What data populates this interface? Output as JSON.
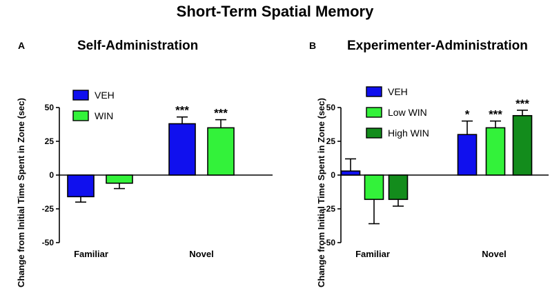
{
  "title": "Short-Term Spatial Memory",
  "colors": {
    "VEH": "#1010ee",
    "WIN": "#33f23a",
    "Low WIN": "#33f23a",
    "High WIN": "#138c1c"
  },
  "chart_data": [
    {
      "panel": "A",
      "title": "Self-Administration",
      "type": "bar",
      "ylabel": "",
      "ylim": [
        -50,
        50
      ],
      "yticks": [
        "-50",
        "-25",
        "0",
        "25",
        "50"
      ],
      "categories": [
        "Familiar",
        "Novel"
      ],
      "legend_position": "top-left",
      "series": [
        {
          "name": "VEH",
          "values": [
            -16,
            38
          ],
          "errors": [
            4,
            5
          ],
          "annotations": [
            "",
            "***"
          ]
        },
        {
          "name": "WIN",
          "values": [
            -6,
            35
          ],
          "errors": [
            4,
            6
          ],
          "annotations": [
            "",
            "***"
          ]
        }
      ]
    },
    {
      "panel": "B",
      "title": "Experimenter-Administration",
      "type": "bar",
      "ylabel": "Change from Initial Time Spent in Zone (sec)",
      "ylim": [
        -50,
        50
      ],
      "yticks": [
        "-50",
        "-25",
        "0",
        "25",
        "50"
      ],
      "categories": [
        "Familiar",
        "Novel"
      ],
      "legend_position": "top-left",
      "series": [
        {
          "name": "VEH",
          "values": [
            3,
            30
          ],
          "errors": [
            9,
            10
          ],
          "annotations": [
            "",
            "*"
          ]
        },
        {
          "name": "Low WIN",
          "values": [
            -18,
            35
          ],
          "errors": [
            18,
            5
          ],
          "annotations": [
            "",
            "***"
          ]
        },
        {
          "name": "High WIN",
          "values": [
            -18,
            44
          ],
          "errors": [
            5,
            4
          ],
          "annotations": [
            "",
            "***"
          ]
        }
      ]
    }
  ],
  "panel_a": {
    "letter": "A",
    "ylabel": "Change from Initial Time Spent in Zone (sec)"
  }
}
